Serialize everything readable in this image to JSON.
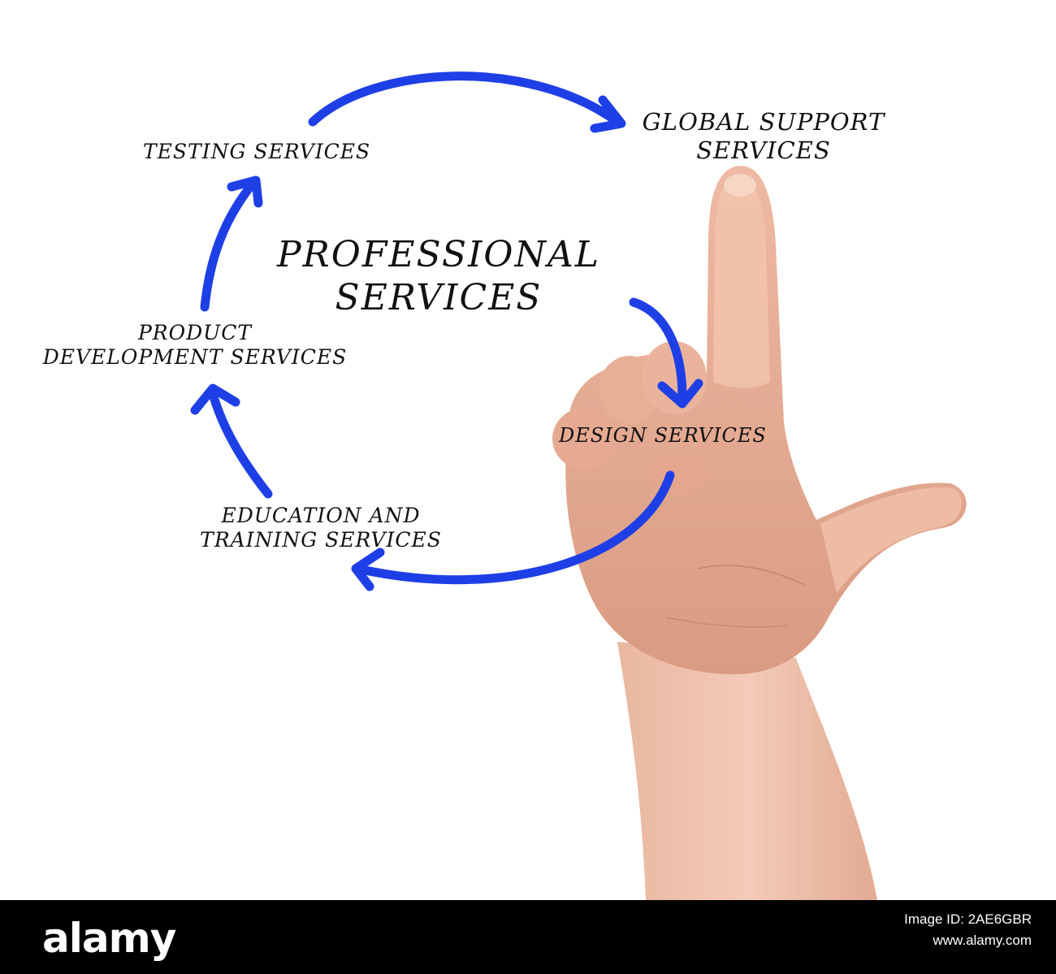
{
  "title": [
    "PROFESSIONAL",
    "SERVICES"
  ],
  "nodes": {
    "testing": [
      "TESTING SERVICES"
    ],
    "global_support": [
      "GLOBAL SUPPORT",
      "SERVICES"
    ],
    "product_development": [
      "PRODUCT",
      "DEVELOPMENT SERVICES"
    ],
    "design": [
      "DESIGN SERVICES"
    ],
    "education": [
      "EDUCATION AND",
      "TRAINING SERVICES"
    ]
  },
  "arrow_color": "#1f3fe6",
  "footer": {
    "brand": "alamy",
    "image_id_label": "Image ID: 2AE6GBR",
    "site": "www.alamy.com"
  }
}
